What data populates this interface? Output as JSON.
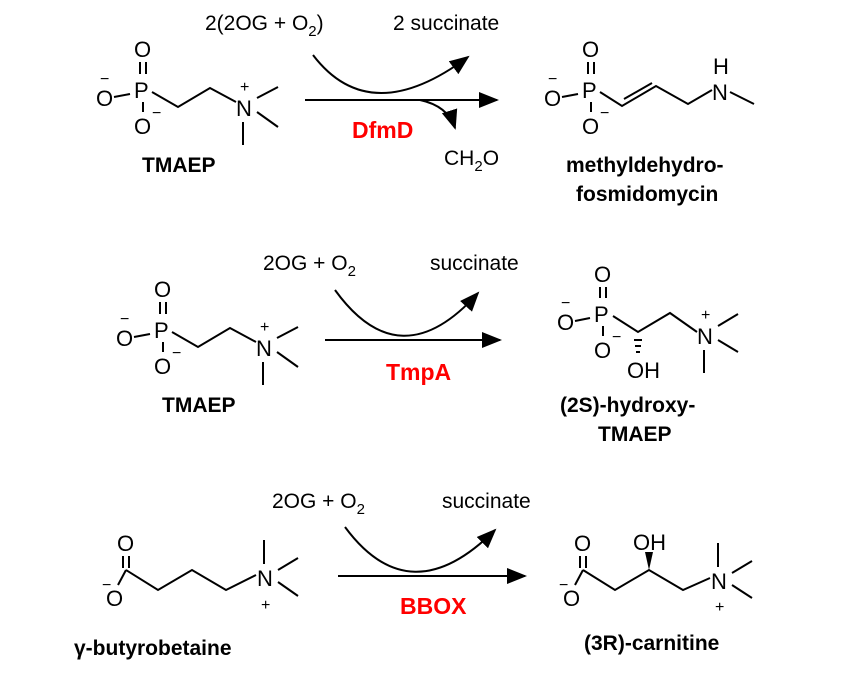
{
  "colors": {
    "enzyme": "#ff0000",
    "ink": "#000000"
  },
  "reactions": [
    {
      "cosubstrate": [
        "2(2OG + O",
        "2",
        ")"
      ],
      "coproduct": "2 succinate",
      "byproduct": [
        "CH",
        "2",
        "O"
      ],
      "enzyme": "DfmD",
      "substrate_label": "TMAEP",
      "product_label": [
        "methyldehydro-",
        "fosmidomycin"
      ]
    },
    {
      "cosubstrate": [
        "2OG + O",
        "2"
      ],
      "coproduct": "succinate",
      "enzyme": "TmpA",
      "substrate_label": "TMAEP",
      "product_label": [
        "(2S)-hydroxy-",
        "TMAEP"
      ]
    },
    {
      "cosubstrate": [
        "2OG + O",
        "2"
      ],
      "coproduct": "succinate",
      "enzyme": "BBOX",
      "substrate_label": "γ-butyrobetaine",
      "product_label": [
        "(3R)-carnitine"
      ]
    }
  ],
  "atoms": {
    "O": "O",
    "P": "P",
    "N": "N",
    "H": "H",
    "OH": "OH",
    "minus": "−",
    "plus": "+"
  }
}
